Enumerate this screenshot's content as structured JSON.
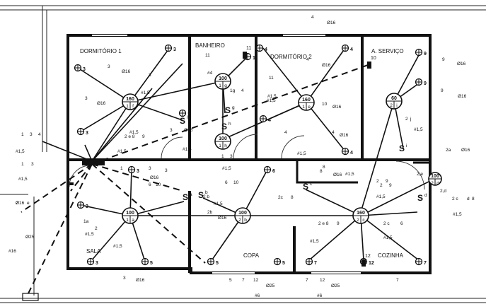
{
  "rooms": [
    {
      "id": "dormitorio1",
      "label": "DORMITÓRIO 1"
    },
    {
      "id": "banheiro",
      "label": "BANHEIRO"
    },
    {
      "id": "dormitorio2",
      "label": "DORMITÓRIO 2"
    },
    {
      "id": "servico",
      "label": "A. SERVIÇO"
    },
    {
      "id": "sala",
      "label": "SALA"
    },
    {
      "id": "copa",
      "label": "COPA"
    },
    {
      "id": "cozinha",
      "label": "COZINHA"
    }
  ],
  "lamps": [
    {
      "id": "l1",
      "power": "160",
      "circuit": "1",
      "point": "f"
    },
    {
      "id": "l2",
      "power": "100",
      "circuit": "1",
      "point": "g"
    },
    {
      "id": "l3",
      "power": "100",
      "circuit": "1",
      "point": "h"
    },
    {
      "id": "l4",
      "power": "160",
      "circuit": "1",
      "point": "e"
    },
    {
      "id": "l5",
      "power": "60",
      "circuit": "2",
      "point": "i"
    },
    {
      "id": "l6",
      "power": "100",
      "circuit": "1",
      "point": "a"
    },
    {
      "id": "l7",
      "power": "100",
      "circuit": "2",
      "point": "b"
    },
    {
      "id": "l8",
      "power": "160",
      "circuit": "2",
      "point": "c"
    },
    {
      "id": "l9",
      "power": "100",
      "circuit": "2",
      "point": "d"
    }
  ],
  "outlets": [
    "3",
    "3",
    "3",
    "3",
    "4",
    "4",
    "4",
    "4",
    "9",
    "9",
    "11",
    "6",
    "3",
    "3",
    "3",
    "5",
    "5",
    "7",
    "12",
    "7",
    "5"
  ],
  "wire_labels": [
    "4",
    "Ø16",
    "3",
    "Ø16",
    "3",
    "#1,5",
    "3",
    "Ø16",
    "#1,5",
    "2 e 8",
    "9",
    "#1,5",
    "3",
    "Ø16",
    "#1,5",
    "11",
    "#4",
    "1g",
    "4",
    "#1,5",
    "11",
    "#1,5",
    "4",
    "Ø16",
    "10",
    "Ø16",
    "4",
    "#1,5",
    "4",
    "Ø16",
    "8",
    "#1,5",
    "9",
    "Ø16",
    "9",
    "Ø16",
    "2",
    "j",
    "#1,5",
    "1",
    "3",
    "4",
    "#1,5",
    "1",
    "3",
    "#1,5",
    "2",
    "e",
    "Ø16",
    "Ø25",
    "#16",
    "1",
    "3",
    "3",
    "Ø16",
    "1",
    "3",
    "#1,5",
    "6",
    "10",
    "6",
    "10",
    "2 b",
    "#1,5",
    "2b",
    "Ø16",
    "8",
    "Ø16",
    "2c",
    "8",
    "2",
    "9",
    "#1,5",
    "2",
    "9",
    "2a",
    "Ø16",
    "2,e",
    "2,d",
    "2 c",
    "d",
    "8",
    "#1,5",
    "1a",
    "2",
    "#1,5",
    "#1,5",
    "3",
    "Ø16",
    "2 e 8",
    "9",
    "2 c",
    "6",
    "#1,5",
    "#1,5",
    "5",
    "7",
    "12",
    "Ø25",
    "#6",
    "7",
    "12",
    "Ø25",
    "#6",
    "7"
  ],
  "switches": [
    "f",
    "g",
    "h",
    "i",
    "a",
    "b",
    "c",
    "d"
  ],
  "ceiling_fixtures": [
    "11",
    "10",
    "12"
  ]
}
